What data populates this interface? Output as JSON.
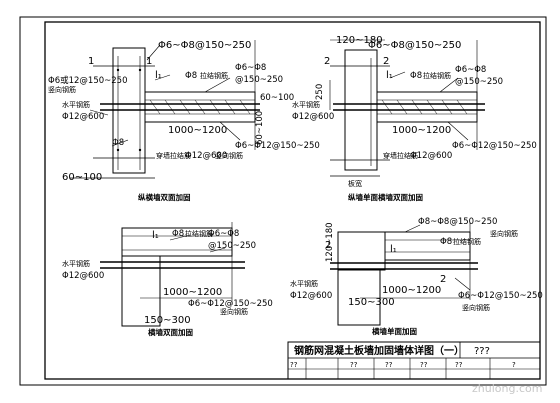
{
  "sheet": {
    "title": "钢筋网混凝土板墙加固墙体详图（一）",
    "title_code": "???",
    "footer_cells": [
      "??",
      "??",
      "??",
      "??",
      "??"
    ],
    "footer_page": "?"
  },
  "watermark": "zhulong.com",
  "captions": {
    "tl": "纵横墙双面加固",
    "tr": "纵墙单面横墙双面加固",
    "bl": "横墙双面加固",
    "br": "横墙单面加固"
  },
  "detail_tl": {
    "grid_a": "1",
    "grid_b": "1",
    "d_top": "Φ6~Φ8@150~250",
    "d_left": "Φ6或12@150~250",
    "d_left_note": "竖向钢筋",
    "d_l1": "l₁",
    "d_phi8": "Φ8",
    "d_phi8_note": "拉结钢筋",
    "d_r1": "Φ6~Φ8",
    "d_r2": "@150~250",
    "d_r3": "60~100",
    "d_phi12": "Φ12@600",
    "d_phi12_note": "水平钢筋",
    "d_phi8b": "Φ8",
    "d_span": "1000~1200",
    "d_note1": "穿墙拉结筋",
    "d_phi12b": "Φ12@600",
    "d_note2": "竖向钢筋",
    "d_bottom": "Φ6~Φ12@150~250",
    "d_left_vert": "60~100",
    "d_base": "60~100"
  },
  "detail_tr": {
    "grid_a": "2",
    "grid_b": "2",
    "d_top": "Φ6~Φ8@150~250",
    "d_top_dim": "120~180",
    "d_l1": "l₁",
    "d_side": "250",
    "d_phi8": "Φ8",
    "d_phi8_note": "拉结钢筋",
    "d_r1": "Φ6~Φ8",
    "d_r2": "@150~250",
    "d_phi12": "Φ12@600",
    "d_phi12_note": "水平钢筋",
    "d_span": "1000~1200",
    "d_note1": "穿墙拉结筋",
    "d_phi12b": "Φ12@600",
    "d_bottom": "Φ6~Φ12@150~250",
    "d_base": "板宽"
  },
  "detail_bl": {
    "d_l1": "l₁",
    "d_phi8": "Φ8",
    "d_phi8_note": "拉结钢筋",
    "d_r1": "Φ6~Φ8",
    "d_r2": "@150~250",
    "d_phi12": "Φ12@600",
    "d_phi12_note": "水平钢筋",
    "d_span": "1000~1200",
    "d_span2": "150~300",
    "d_bottom": "Φ6~Φ12@150~250",
    "d_note": "竖向钢筋"
  },
  "detail_br": {
    "d_top": "Φ8~Φ8@150~250",
    "d_top_note": "竖向钢筋",
    "d_l1": "l₁",
    "d_side": "120~180",
    "d_phi8": "Φ8",
    "d_phi8_note": "拉结钢筋",
    "d_grid": "2",
    "d_grid2": "2",
    "d_phi12": "Φ12@600",
    "d_phi12_note": "水平钢筋",
    "d_span": "1000~1200",
    "d_span2": "150~300",
    "d_bottom": "Φ6~Φ12@150~250",
    "d_bottom_note": "竖向钢筋"
  }
}
